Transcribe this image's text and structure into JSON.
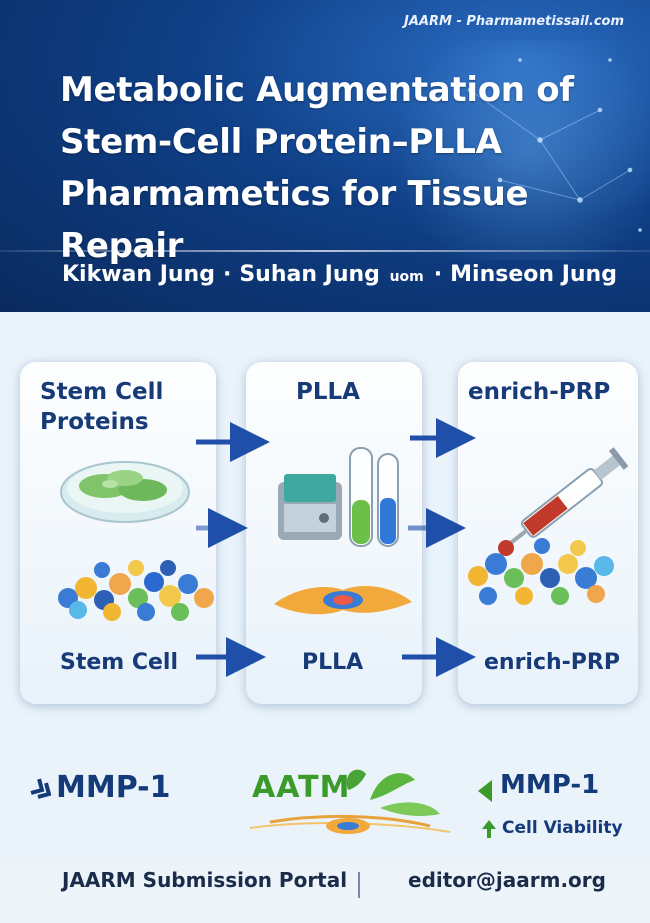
{
  "header": {
    "site_url": "JAARM - Pharmametissail.com",
    "title_lines": [
      "Metabolic Augmentation of",
      "Stem-Cell Protein–PLLA",
      "Pharmametics for Tissue Repair"
    ],
    "authors": {
      "author1": "Kikwan Jung",
      "author2": "Suhan Jung",
      "affiliation_tag": "uom",
      "author3": "Minseon Jung",
      "separator": "·"
    }
  },
  "panels": {
    "left": {
      "title_line1": "Stem Cell",
      "title_line2": "Proteins",
      "bottom_label": "Stem Cell"
    },
    "middle": {
      "title": "PLLA",
      "bottom_label": "PLLA"
    },
    "right": {
      "title": "enrich-PRP",
      "bottom_label": "enrich-PRP"
    }
  },
  "outcomes": {
    "mmp_left": "MMP-1",
    "logo_text": "AATM",
    "mmp_right": "MMP-1",
    "viability": "Cell Viability"
  },
  "footer": {
    "portal": "JAARM Submission Portal",
    "email": "editor@jaarm.org"
  },
  "colors": {
    "header_dark": "#0a2a5e",
    "header_mid": "#0f3f86",
    "panel_text": "#173a78",
    "arrow": "#1f4fa8",
    "logo_green": "#3a9a2a"
  }
}
